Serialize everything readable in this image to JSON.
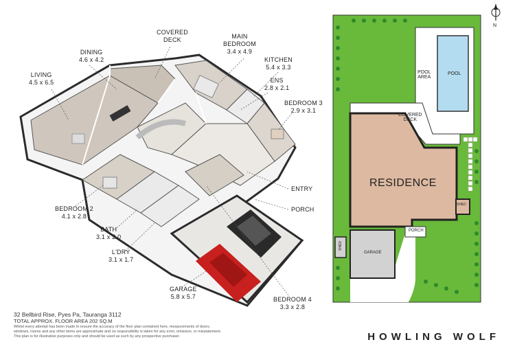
{
  "rooms": {
    "covered_deck": {
      "name": "COVERED\nDECK",
      "line1": "COVERED",
      "line2": "DECK"
    },
    "main_bedroom": {
      "line1": "MAIN",
      "line2": "BEDROOM",
      "dims": "3.4 x 4.9"
    },
    "dining": {
      "name": "DINING",
      "dims": "4.6 x 4.2"
    },
    "kitchen": {
      "name": "KITCHEN",
      "dims": "5.4 x 3.3"
    },
    "living": {
      "name": "LIVING",
      "dims": "4.5 x 6.5"
    },
    "ens": {
      "name": "ENS",
      "dims": "2.8 x 2.1"
    },
    "bedroom3": {
      "name": "BEDROOM 3",
      "dims": "2.9 x 3.1"
    },
    "entry": {
      "name": "ENTRY"
    },
    "bedroom2": {
      "name": "BEDROOM 2",
      "dims": "4.1 x 2.8"
    },
    "porch": {
      "name": "PORCH"
    },
    "bath": {
      "name": "BATH",
      "dims": "3.1 x 2.0"
    },
    "laundry": {
      "name": "L'DRY",
      "dims": "3.1 x 1.7"
    },
    "garage": {
      "name": "GARAGE",
      "dims": "5.8 x 5.7"
    },
    "bedroom4": {
      "name": "BEDROOM 4",
      "dims": "3.3 x 2.8"
    }
  },
  "site_plan": {
    "north": "N",
    "pool": "POOL",
    "pool_area_1": "POOL",
    "pool_area_2": "AREA",
    "covered_deck_1": "COVERED",
    "covered_deck_2": "DECK",
    "residence": "RESIDENCE",
    "shed_right": "SHED",
    "shed_left": "SHED",
    "porch": "PORCH",
    "garage": "GARAGE",
    "colors": {
      "lawn": "#69b93b",
      "residence": "#dcb9a0",
      "pool": "#b4dcf0",
      "garage": "#d2d2d2",
      "tree": "#2e8a2a"
    }
  },
  "footer": {
    "address": "32 Bellbird Rise, Pyes Pa, Tauranga 3112",
    "total_area": "TOTAL APPROX. FLOOR AREA 202 SQ.M",
    "disclaimer_1": "Whilst every attempt has been made to ensure the accuracy of the floor plan contained here, measurements of doors,",
    "disclaimer_2": "windows, rooms and any other items are approximate and no responsibility is taken for any error, omission, or misstatement.",
    "disclaimer_3": "This plan is for illustrative purposes only and should be used as such by any prospective purchaser.",
    "brand": "HOWLING WOLF"
  }
}
